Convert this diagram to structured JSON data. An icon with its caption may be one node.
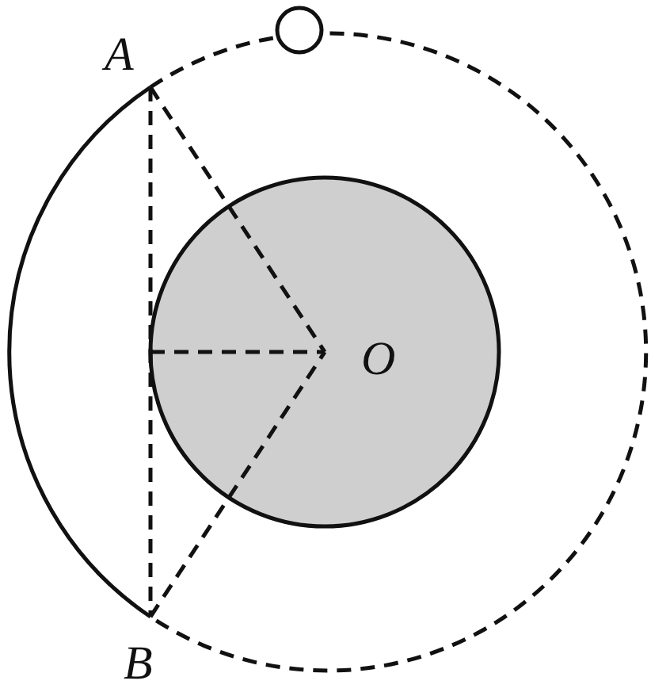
{
  "diagram": {
    "labels": [
      "A",
      "O",
      "B"
    ]
  }
}
